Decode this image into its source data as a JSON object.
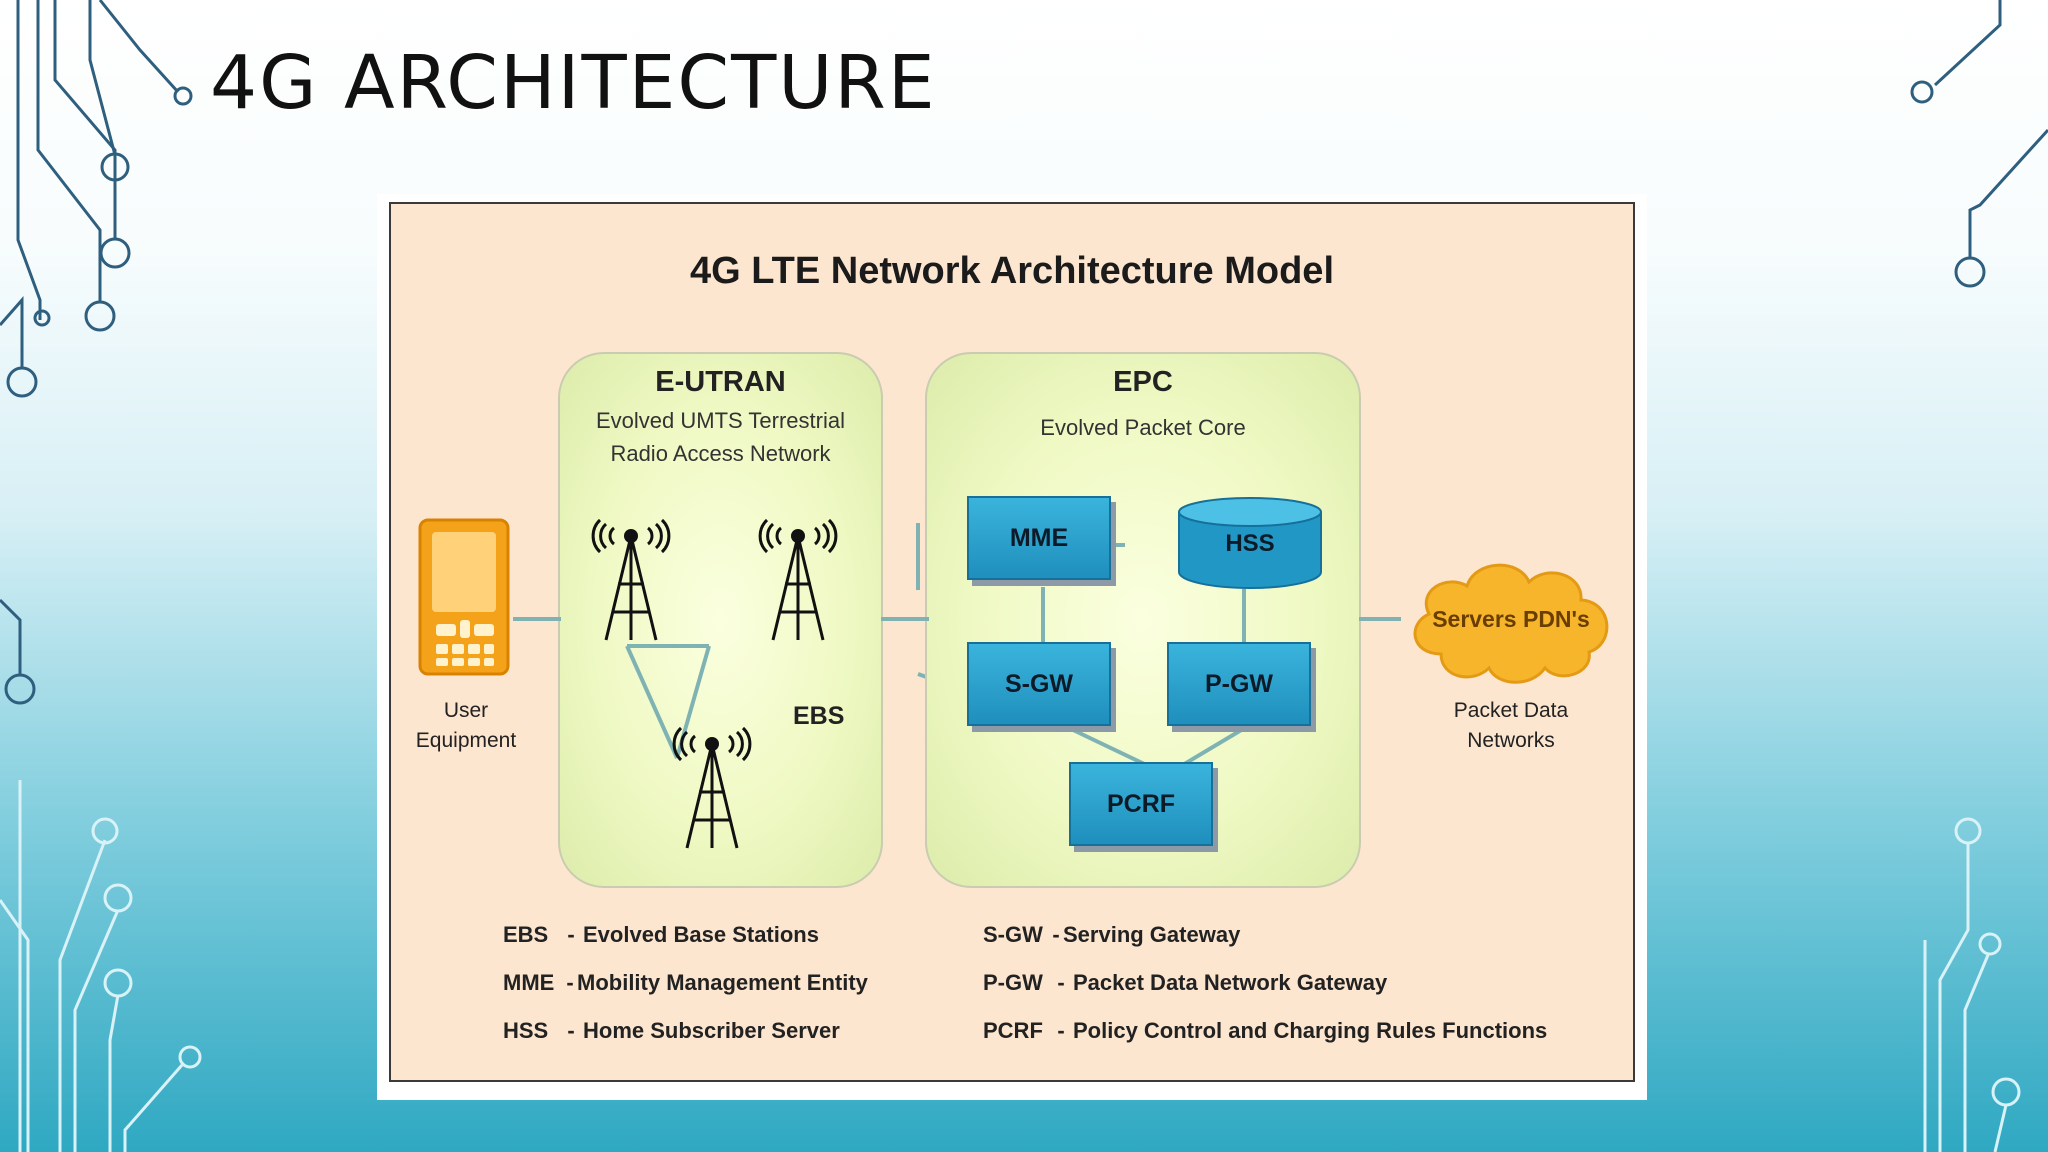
{
  "slide": {
    "title": "4G ARCHITECTURE"
  },
  "diagram": {
    "title": "4G LTE Network Architecture Model",
    "eutran": {
      "title": "E-UTRAN",
      "subtitle_line1": "Evolved UMTS Terrestrial",
      "subtitle_line2": "Radio Access Network",
      "ebs_label": "EBS"
    },
    "epc": {
      "title": "EPC",
      "subtitle": "Evolved Packet Core",
      "nodes": {
        "mme": "MME",
        "hss": "HSS",
        "sgw": "S-GW",
        "pgw": "P-GW",
        "pcrf": "PCRF"
      }
    },
    "user_equipment": {
      "line1": "User",
      "line2": "Equipment"
    },
    "pdn": {
      "cloud_label": "Servers PDN's",
      "line1": "Packet Data",
      "line2": "Networks"
    },
    "legend_left": [
      {
        "abbr": "EBS",
        "sep": "-",
        "meaning": "Evolved Base Stations"
      },
      {
        "abbr": "MME",
        "sep": "-",
        "meaning": "Mobility Management Entity"
      },
      {
        "abbr": "HSS",
        "sep": "-",
        "meaning": "Home Subscriber Server"
      }
    ],
    "legend_right": [
      {
        "abbr": "S-GW",
        "sep": "-",
        "meaning": "Serving Gateway"
      },
      {
        "abbr": "P-GW",
        "sep": "-",
        "meaning": "Packet Data Network Gateway"
      },
      {
        "abbr": "PCRF",
        "sep": "-",
        "meaning": "Policy Control and Charging Rules Functions"
      }
    ],
    "colors": {
      "panel_background": "#fde6cf",
      "region_fill": "#eff9c4",
      "node_blue": "#2aa3d2",
      "phone_orange": "#f5a21b",
      "cloud_orange": "#f7b52c",
      "link_teal": "#7fb3b3"
    }
  },
  "icons": {
    "phone": "mobile-phone-icon",
    "tower": "radio-tower-icon",
    "cloud": "cloud-icon",
    "database": "database-cylinder-icon"
  }
}
